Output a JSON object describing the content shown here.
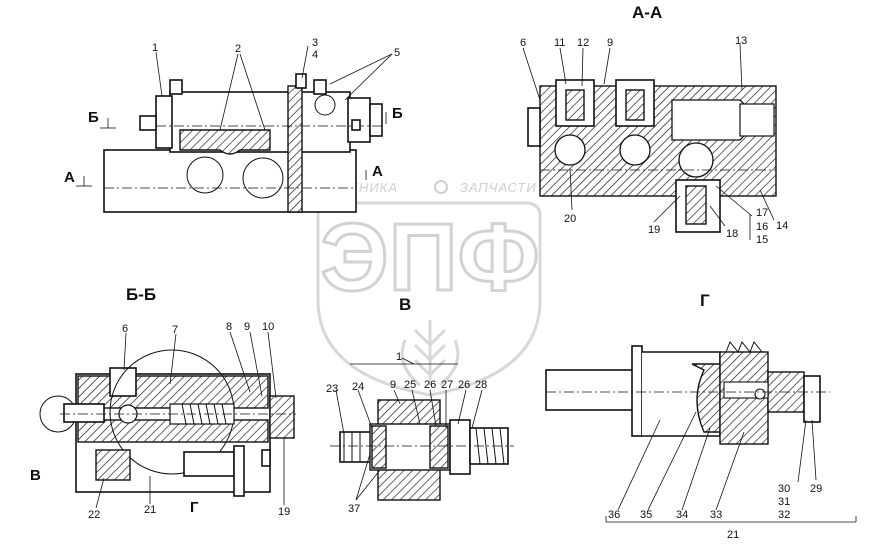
{
  "watermark": {
    "brand_left": "ТЕХНИКА",
    "brand_right": "ЗАПЧАСТИ",
    "logo": "ЭПФ"
  },
  "sections": {
    "aa": "А-А",
    "bb": "Б-Б",
    "v": "В",
    "g": "Г"
  },
  "view_markers": {
    "b_left": "Б",
    "b_right": "Б",
    "a_left": "А",
    "a_right": "А",
    "v_side": "В",
    "g_side": "Г"
  },
  "callouts": {
    "main": [
      "1",
      "2",
      "3",
      "4",
      "5"
    ],
    "aa": [
      "6",
      "11",
      "12",
      "9",
      "13",
      "20",
      "19",
      "18",
      "17",
      "16",
      "15",
      "14"
    ],
    "bb": [
      "6",
      "7",
      "8",
      "9",
      "10",
      "22",
      "21",
      "19"
    ],
    "v": [
      "1",
      "23",
      "24",
      "9",
      "25",
      "26",
      "27",
      "26",
      "28",
      "37"
    ],
    "g": [
      "36",
      "35",
      "34",
      "33",
      "29",
      "30",
      "31",
      "32",
      "21"
    ]
  }
}
